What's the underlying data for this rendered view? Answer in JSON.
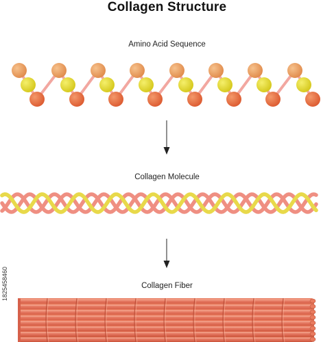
{
  "title": "Collagen Structure",
  "labels": {
    "amino": "Amino Acid Sequence",
    "molecule": "Collagen Molecule",
    "fiber": "Collagen Fiber"
  },
  "side_text": "1825458460",
  "colors": {
    "top_bead": "#e8955a",
    "mid_bead": "#dcd21f",
    "bottom_bead": "#e4663a",
    "link": "#f2a7a0",
    "strand_pink": "#ef8f82",
    "strand_yellow": "#e8d94a",
    "fiber_base": "#e06a4e",
    "fiber_light": "#f0927a",
    "fiber_dark": "#c4513a"
  }
}
